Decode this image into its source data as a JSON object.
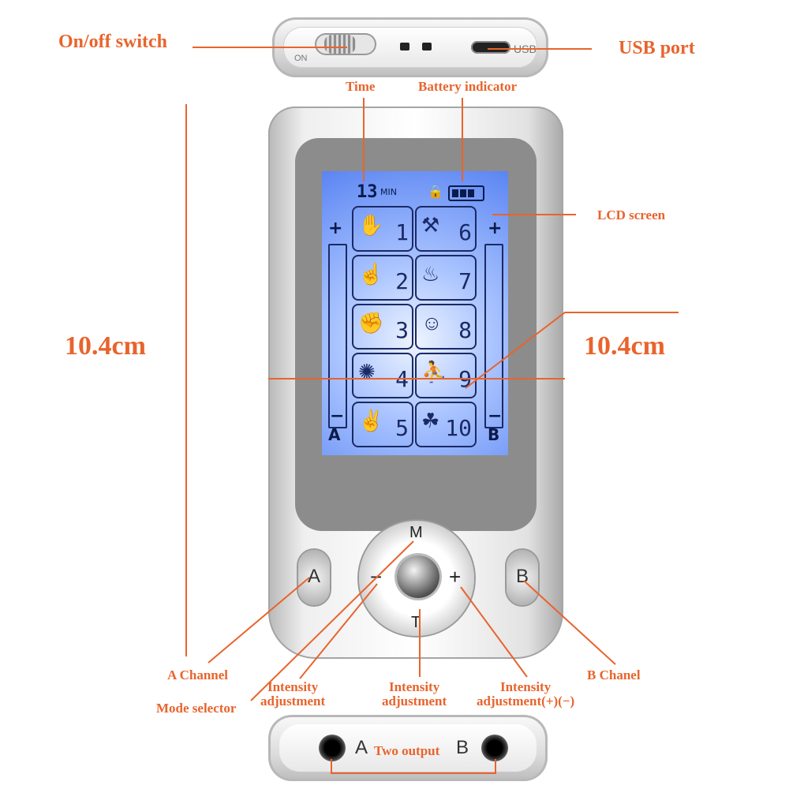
{
  "callouts": {
    "on_off": "On/off switch",
    "usb": "USB port",
    "time": "Time",
    "battery": "Battery indicator",
    "lcd": "LCD screen",
    "height": "10.4cm",
    "width": "10.4cm",
    "a_channel": "A Channel",
    "mode_selector": "Mode selector",
    "intensity_left": "Intensity\nadjustment",
    "intensity_mid": "Intensity\nadjustment",
    "intensity_right": "Intensity\nadjustment(+)(−)",
    "b_channel": "B Chanel",
    "two_output": "Two output"
  },
  "top_view": {
    "switch_label": "ON",
    "usb_label": "USB"
  },
  "lcd": {
    "time_digit": "13",
    "time_unit": "MIN",
    "lock_icon": "lock-icon",
    "battery_icon": "battery-icon",
    "plus": "+",
    "minus": "−",
    "channel_a": "A",
    "channel_b": "B",
    "modes": [
      {
        "num": "1",
        "icon": "massage-hand-icon"
      },
      {
        "num": "6",
        "icon": "hammer-icon"
      },
      {
        "num": "2",
        "icon": "kneading-icon"
      },
      {
        "num": "7",
        "icon": "figure-massage-icon"
      },
      {
        "num": "3",
        "icon": "shiatsu-icon"
      },
      {
        "num": "8",
        "icon": "head-massage-icon"
      },
      {
        "num": "4",
        "icon": "acupuncture-icon"
      },
      {
        "num": "9",
        "icon": "running-figure-icon"
      },
      {
        "num": "5",
        "icon": "hand-icon"
      },
      {
        "num": "10",
        "icon": "foot-icon"
      }
    ]
  },
  "keypad": {
    "a_button": "A",
    "b_button": "B",
    "m": "M",
    "t": "T",
    "minus": "−",
    "plus": "+"
  },
  "bottom_view": {
    "jack_a": "A",
    "jack_b": "B"
  }
}
